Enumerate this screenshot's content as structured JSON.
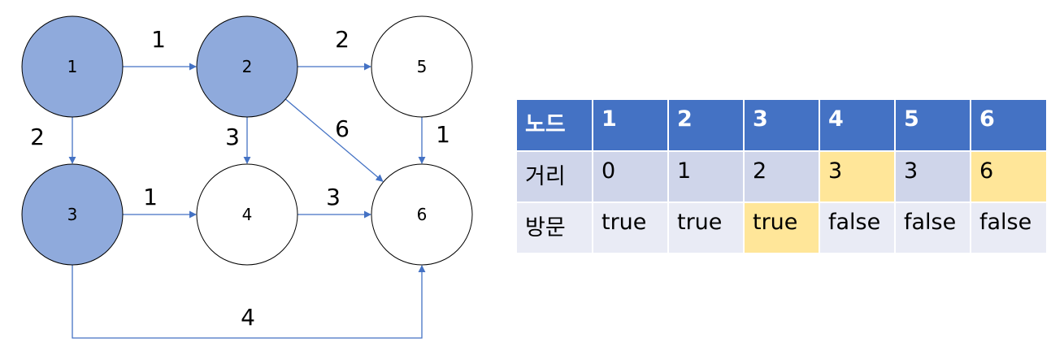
{
  "graph": {
    "nodes": [
      {
        "id": "1",
        "label": "1",
        "visited": true
      },
      {
        "id": "2",
        "label": "2",
        "visited": true
      },
      {
        "id": "3",
        "label": "3",
        "visited": true
      },
      {
        "id": "4",
        "label": "4",
        "visited": false
      },
      {
        "id": "5",
        "label": "5",
        "visited": false
      },
      {
        "id": "6",
        "label": "6",
        "visited": false
      }
    ],
    "edges": [
      {
        "from": "1",
        "to": "2",
        "weight": "1"
      },
      {
        "from": "1",
        "to": "3",
        "weight": "2"
      },
      {
        "from": "2",
        "to": "5",
        "weight": "2"
      },
      {
        "from": "2",
        "to": "4",
        "weight": "3"
      },
      {
        "from": "2",
        "to": "6",
        "weight": "6"
      },
      {
        "from": "5",
        "to": "6",
        "weight": "1"
      },
      {
        "from": "3",
        "to": "4",
        "weight": "1"
      },
      {
        "from": "4",
        "to": "6",
        "weight": "3"
      },
      {
        "from": "3",
        "to": "6",
        "weight": "4"
      }
    ],
    "colors": {
      "visited_fill": "#8faadc",
      "unvisited_fill": "#ffffff",
      "edge": "#4472c4"
    }
  },
  "table": {
    "header": [
      "노드",
      "1",
      "2",
      "3",
      "4",
      "5",
      "6"
    ],
    "distance": {
      "label": "거리",
      "values": [
        "0",
        "1",
        "2",
        "3",
        "3",
        "6"
      ],
      "highlight": [
        3,
        5
      ]
    },
    "visited": {
      "label": "방문",
      "values": [
        "true",
        "true",
        "true",
        "false",
        "false",
        "false"
      ],
      "highlight": [
        2
      ]
    },
    "colors": {
      "header": "#4472c4",
      "row1": "#cfd5ea",
      "row2": "#e9ebf5",
      "highlight": "#ffe699"
    }
  }
}
